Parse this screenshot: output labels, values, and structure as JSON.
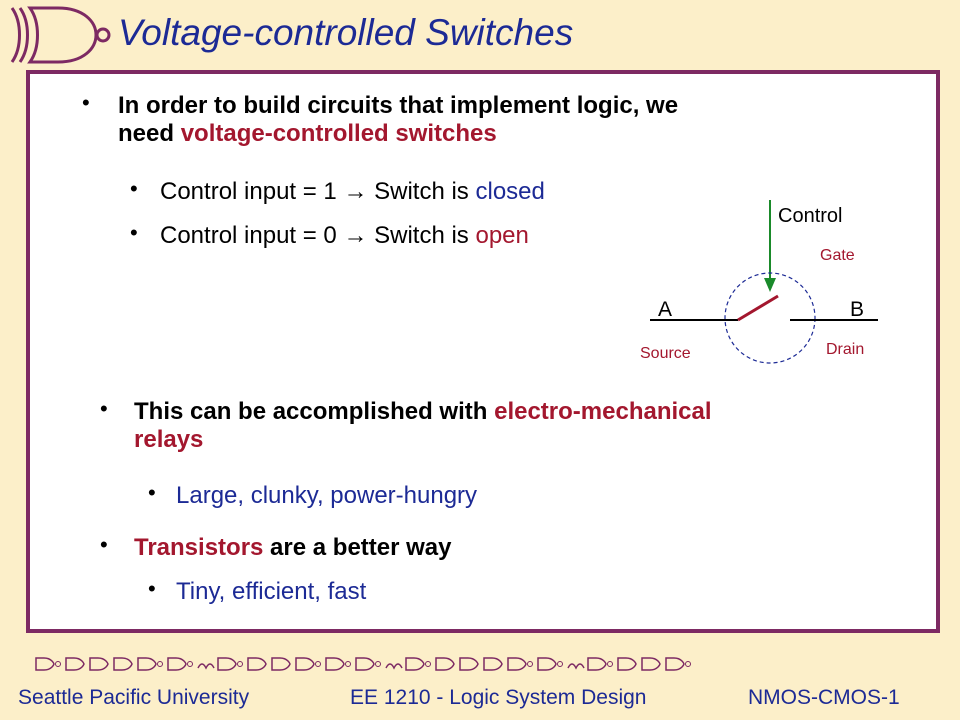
{
  "slide": {
    "title": "Voltage-controlled Switches"
  },
  "bullets": {
    "intro_part1": "In order to build circuits that implement logic, we",
    "intro_part2": "need ",
    "intro_highlight": "voltage-controlled switches",
    "sub1_text": "Control input = 1 ",
    "sub1_arrow": "→",
    "sub1_mid": " Switch is ",
    "sub1_state": "closed",
    "sub2_text": "Control input = 0 ",
    "sub2_arrow": "→",
    "sub2_mid": " Switch is ",
    "sub2_state": "open",
    "relay_part1": "This can be accomplished with ",
    "relay_highlight1": "electro-mechanical",
    "relay_highlight2": "relays",
    "relay_sub": "Large, clunky, power-hungry",
    "trans_highlight": "Transistors",
    "trans_rest": " are a better way",
    "trans_sub": "Tiny, efficient, fast"
  },
  "diagram": {
    "control_label": "Control",
    "gate_label": "Gate",
    "a_label": "A",
    "b_label": "B",
    "source_label": "Source",
    "drain_label": "Drain"
  },
  "footer": {
    "university_first_letter": "S",
    "university_rest": "eattle  Pacific University",
    "course": "EE 1210 - Logic System Design",
    "slide_id": "NMOS-CMOS-1"
  },
  "colors": {
    "title": "#1c2a95",
    "frame": "#7d2a63",
    "highlight_red": "#a3172e",
    "background": "#fcefc9",
    "control_arrow": "#1a8a2a"
  }
}
